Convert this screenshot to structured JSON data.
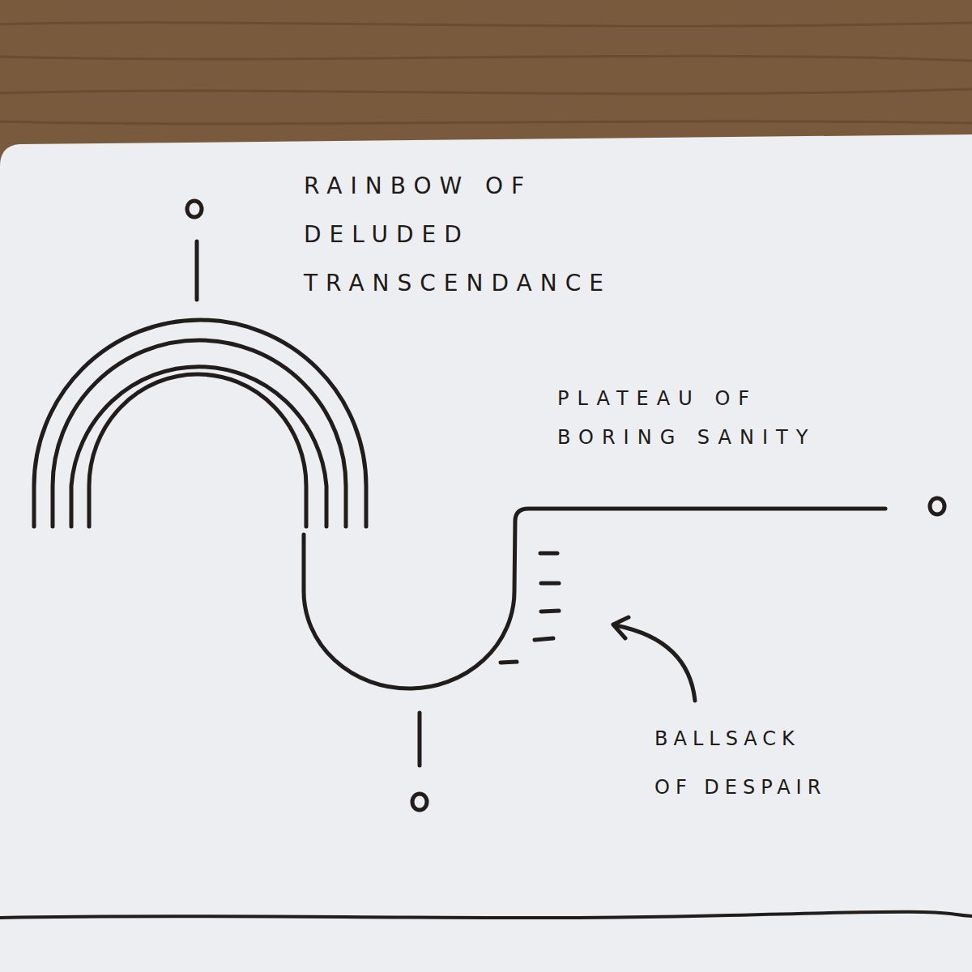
{
  "diagram": {
    "labels": [
      "RAINBOW OF DELUDED TRANSCENDANCE",
      "PLATEAU OF BORING SANITY",
      "BALLSACK OF DESPAIR"
    ]
  }
}
